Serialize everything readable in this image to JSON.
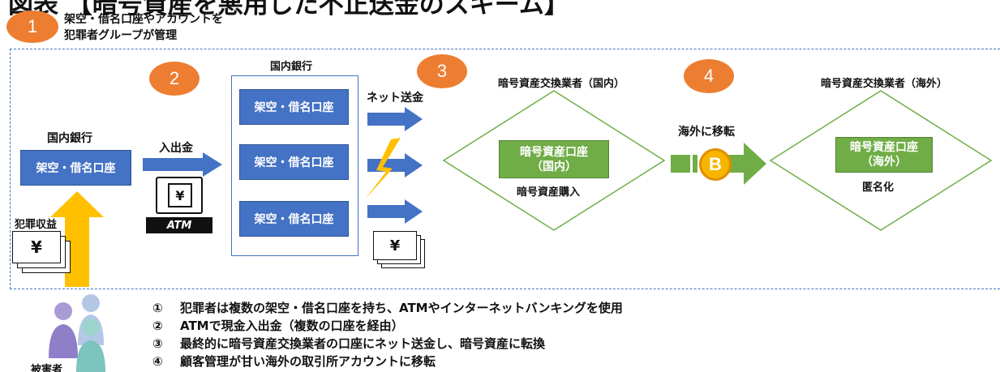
{
  "header": {
    "title": "図表 【暗号資産を悪用した不正送金のスキーム】",
    "step1_text_line1": "架空・借名口座やアカウントを",
    "step1_text_line2": "犯罪者グループが管理"
  },
  "badges": [
    "1",
    "2",
    "3",
    "4"
  ],
  "left_bank": {
    "title": "国内銀行",
    "account": "架空・借名口座",
    "crime_proceeds": "犯罪収益",
    "victim": "被害者"
  },
  "transfer": {
    "deposit_label": "入出金",
    "atm_label": "ATM"
  },
  "center_bank": {
    "title": "国内銀行",
    "accounts": [
      "架空・借名口座",
      "架空・借名口座",
      "架空・借名口座"
    ],
    "net_transfer": "ネット送金"
  },
  "domestic_exchange": {
    "title": "暗号資産交換業者（国内）",
    "account_line1": "暗号資産口座",
    "account_line2": "（国内）",
    "action": "暗号資産購入"
  },
  "move_overseas": "海外に移転",
  "overseas_exchange": {
    "title": "暗号資産交換業者（海外）",
    "account_line1": "暗号資産口座",
    "account_line2": "（海外）",
    "action": "匿名化"
  },
  "notes": [
    {
      "num": "①",
      "text": "犯罪者は複数の架空・借名口座を持ち、ATMやインターネットバンキングを使用"
    },
    {
      "num": "②",
      "text": "ATMで現金入出金（複数の口座を経由）"
    },
    {
      "num": "③",
      "text": "最終的に暗号資産交換業者の口座にネット送金し、暗号資産に転換"
    },
    {
      "num": "④",
      "text": "顧客管理が甘い海外の取引所アカウントに移転"
    }
  ],
  "colors": {
    "blue": "#4472c4",
    "green": "#70ad47",
    "orange": "#ed7d31",
    "yellow": "#ffc000"
  },
  "icons": {
    "yen": "¥",
    "bitcoin": "B"
  }
}
